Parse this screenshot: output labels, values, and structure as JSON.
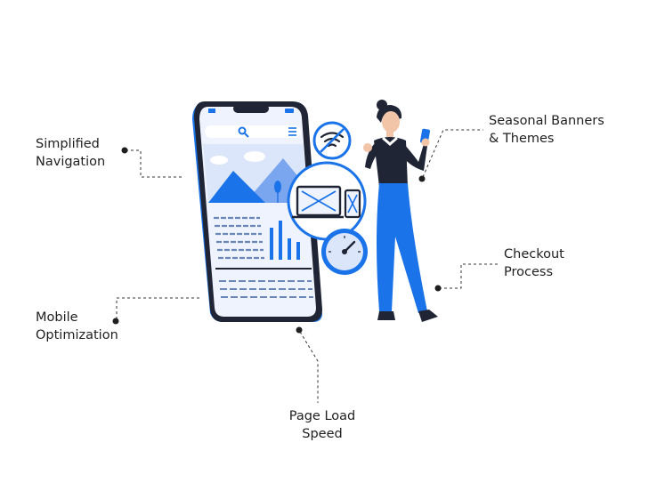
{
  "labels": {
    "simplified_navigation": {
      "line1": "Simplified",
      "line2": "Navigation"
    },
    "mobile_optimization": {
      "line1": "Mobile",
      "line2": "Optimization"
    },
    "page_load_speed": {
      "line1": "Page Load",
      "line2": "Speed"
    },
    "seasonal_banners": {
      "line1": "Seasonal Banners",
      "line2": "& Themes"
    },
    "checkout_process": {
      "line1": "Checkout",
      "line2": "Process"
    }
  },
  "colors": {
    "primary_blue": "#1a73e8",
    "light_blue": "#dbe6fb",
    "pale_blue": "#eef3fd",
    "dark": "#1f2535",
    "text": "#1f1f1f",
    "connector": "#333333",
    "skin": "#f2c4a8",
    "hair": "#1f2535"
  },
  "icons": [
    "search-icon",
    "menu-icon",
    "wifi-off-icon",
    "responsive-devices-icon",
    "speedometer-icon",
    "phone-in-hand-icon"
  ]
}
